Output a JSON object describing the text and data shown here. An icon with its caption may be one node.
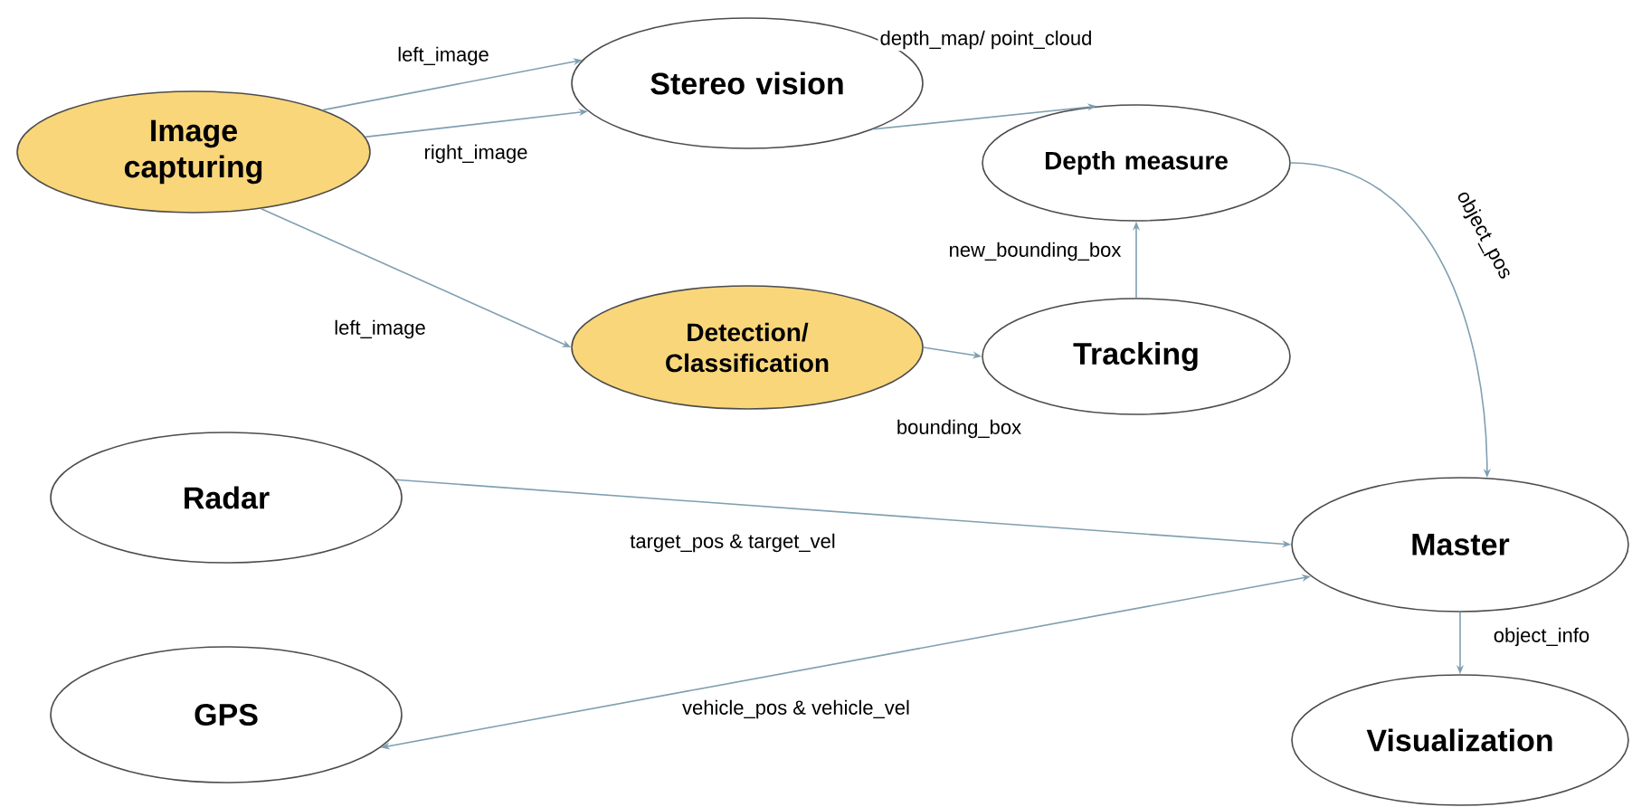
{
  "diagram": {
    "nodes": [
      {
        "text": [
          "Image capturing"
        ]
      },
      {
        "text": [
          "Stereo vision"
        ]
      },
      {
        "text": [
          "Depth measure"
        ]
      },
      {
        "text": [
          "Detection/ Classification"
        ]
      },
      {
        "text": [
          "Tracking"
        ]
      },
      {
        "text": [
          "Radar"
        ]
      },
      {
        "text": [
          "Master"
        ]
      },
      {
        "text": [
          "GPS"
        ]
      },
      {
        "text": [
          "Visualization"
        ]
      }
    ],
    "edges": [
      {
        "from": 0,
        "to": 1,
        "arrow": "to",
        "label": "left_image"
      },
      {
        "from": 0,
        "to": 1,
        "arrow": "to",
        "label": "right_image"
      },
      {
        "from": 0,
        "to": 3,
        "arrow": "to",
        "label": "left_image"
      },
      {
        "from": 1,
        "to": 2,
        "arrow": "to",
        "label": "depth_map/ point_cloud"
      },
      {
        "from": 3,
        "to": 4,
        "arrow": "to",
        "label": "bounding_box"
      },
      {
        "from": 4,
        "to": 2,
        "arrow": "to",
        "label": "new_bounding_box"
      },
      {
        "from": 2,
        "to": 6,
        "arrow": "to",
        "label": "object_pos"
      },
      {
        "from": 5,
        "to": 6,
        "arrow": "to",
        "label": "target_pos & target_vel"
      },
      {
        "from": 7,
        "to": 6,
        "arrow": "both",
        "label": "vehicle_pos & vehicle_vel"
      },
      {
        "from": 6,
        "to": 8,
        "arrow": "to",
        "label": "object_info"
      }
    ]
  }
}
